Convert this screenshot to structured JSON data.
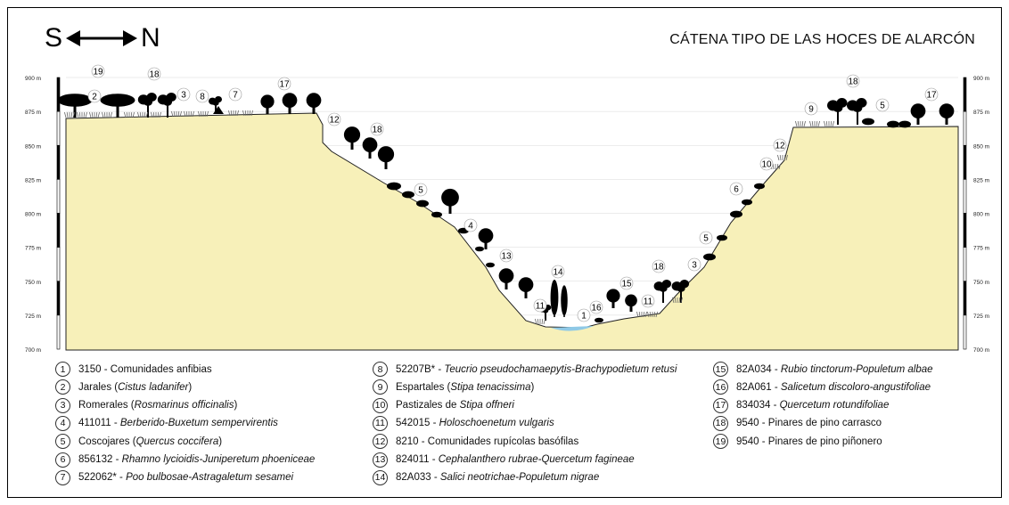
{
  "title": "CÁTENA TIPO DE LAS HOCES DE ALARCÓN",
  "compass": {
    "left": "S",
    "right": "N"
  },
  "elevations": [
    "900 m",
    "875 m",
    "850 m",
    "825 m",
    "800 m",
    "775 m",
    "750 m",
    "725 m",
    "700 m"
  ],
  "colors": {
    "terrain": "#f7f0b9",
    "water": "#8fc9e6",
    "vegetation": "#000000",
    "gridline": "#d8d8d8"
  },
  "profile_labels": [
    {
      "text": "19"
    },
    {
      "text": "2"
    },
    {
      "text": "18"
    },
    {
      "text": "3"
    },
    {
      "text": "8"
    },
    {
      "text": "7"
    },
    {
      "text": "17"
    },
    {
      "text": "12"
    },
    {
      "text": "18"
    },
    {
      "text": "5"
    },
    {
      "text": "4"
    },
    {
      "text": "13"
    },
    {
      "text": "14"
    },
    {
      "text": "11"
    },
    {
      "text": "1"
    },
    {
      "text": "16"
    },
    {
      "text": "15"
    },
    {
      "text": "11"
    },
    {
      "text": "18"
    },
    {
      "text": "3"
    },
    {
      "text": "5"
    },
    {
      "text": "6"
    },
    {
      "text": "10"
    },
    {
      "text": "12"
    },
    {
      "text": "9"
    },
    {
      "text": "18"
    },
    {
      "text": "5"
    },
    {
      "text": "17"
    }
  ],
  "legend": [
    {
      "num": "1",
      "pre": "3150 - Comunidades anfibias",
      "it": "",
      "post": ""
    },
    {
      "num": "2",
      "pre": "Jarales (",
      "it": "Cistus ladanifer",
      "post": ")"
    },
    {
      "num": "3",
      "pre": "Romerales (",
      "it": "Rosmarinus officinalis",
      "post": ")"
    },
    {
      "num": "4",
      "pre": "411011 - ",
      "it": "Berberido-Buxetum sempervirentis",
      "post": ""
    },
    {
      "num": "5",
      "pre": "Coscojares (",
      "it": "Quercus coccifera",
      "post": ")"
    },
    {
      "num": "6",
      "pre": "856132 - ",
      "it": "Rhamno lycioidis-Juniperetum phoeniceae",
      "post": ""
    },
    {
      "num": "7",
      "pre": "522062* - ",
      "it": "Poo bulbosae-Astragaletum sesamei",
      "post": ""
    },
    {
      "num": "8",
      "pre": "52207B* - ",
      "it": "Teucrio pseudochamaepytis-Brachypodietum retusi",
      "post": ""
    },
    {
      "num": "9",
      "pre": "Espartales (",
      "it": "Stipa tenacissima",
      "post": ")"
    },
    {
      "num": "10",
      "pre": "Pastizales de ",
      "it": "Stipa offneri",
      "post": ""
    },
    {
      "num": "11",
      "pre": "542015 - ",
      "it": "Holoschoenetum vulgaris",
      "post": ""
    },
    {
      "num": "12",
      "pre": "8210 - Comunidades rupícolas basófilas",
      "it": "",
      "post": ""
    },
    {
      "num": "13",
      "pre": "824011 - ",
      "it": "Cephalanthero rubrae-Quercetum fagineae",
      "post": ""
    },
    {
      "num": "14",
      "pre": "82A033 - ",
      "it": "Salici neotrichae-Populetum nigrae",
      "post": ""
    },
    {
      "num": "15",
      "pre": "82A034 - ",
      "it": "Rubio tinctorum-Populetum albae",
      "post": ""
    },
    {
      "num": "16",
      "pre": "82A061 - ",
      "it": "Salicetum discoloro-angustifoliae",
      "post": ""
    },
    {
      "num": "17",
      "pre": "834034 - ",
      "it": "Quercetum rotundifoliae",
      "post": ""
    },
    {
      "num": "18",
      "pre": "9540 - Pinares de pino carrasco",
      "it": "",
      "post": ""
    },
    {
      "num": "19",
      "pre": "9540 - Pinares de pino piñonero",
      "it": "",
      "post": ""
    }
  ]
}
